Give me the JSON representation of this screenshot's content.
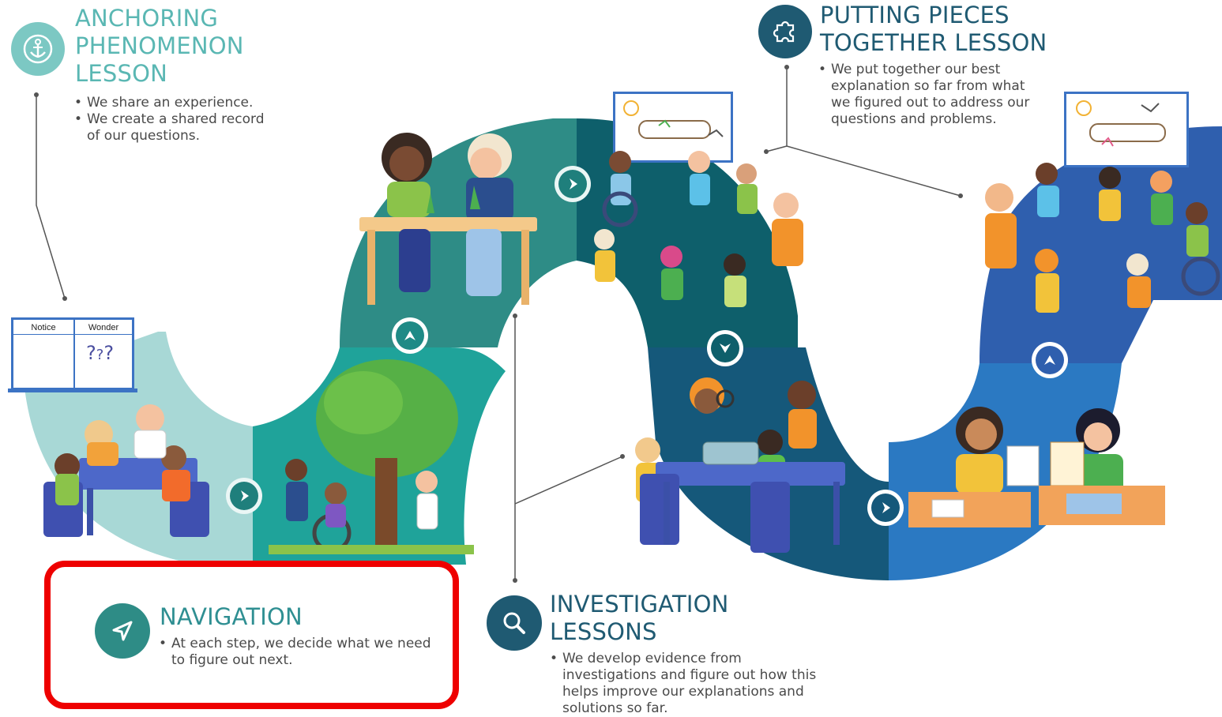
{
  "anchoring": {
    "title_lines": [
      "ANCHORING",
      "PHENOMENON",
      "LESSON"
    ],
    "bullets": [
      "We share an experience.",
      "We create a shared record of our questions."
    ],
    "icon": "anchor-icon"
  },
  "putting": {
    "title_lines": [
      "PUTTING PIECES",
      "TOGETHER LESSON"
    ],
    "bullets": [
      "We put together our best explanation so far from what we figured out to address our questions and problems."
    ],
    "icon": "puzzle-icon"
  },
  "navigation": {
    "title": "NAVIGATION",
    "bullets": [
      "At each step, we decide what we need to figure out next."
    ],
    "icon": "navigation-arrow-icon"
  },
  "investigation": {
    "title_lines": [
      "INVESTIGATION",
      "LESSONS"
    ],
    "bullets": [
      "We develop evidence from investigations and figure out how this helps improve our explanations and solutions so far."
    ],
    "icon": "magnifier-icon"
  },
  "board": {
    "col1": "Notice",
    "col2": "Wonder"
  },
  "colors": {
    "teal_light": "#a8d8d6",
    "teal": "#1fa39a",
    "teal_mid": "#2e8c86",
    "teal_dark": "#0e5f6b",
    "navy_teal": "#15587a",
    "blue": "#2f5fae",
    "blue_light": "#2b79c2",
    "highlight": "#ee0000"
  }
}
